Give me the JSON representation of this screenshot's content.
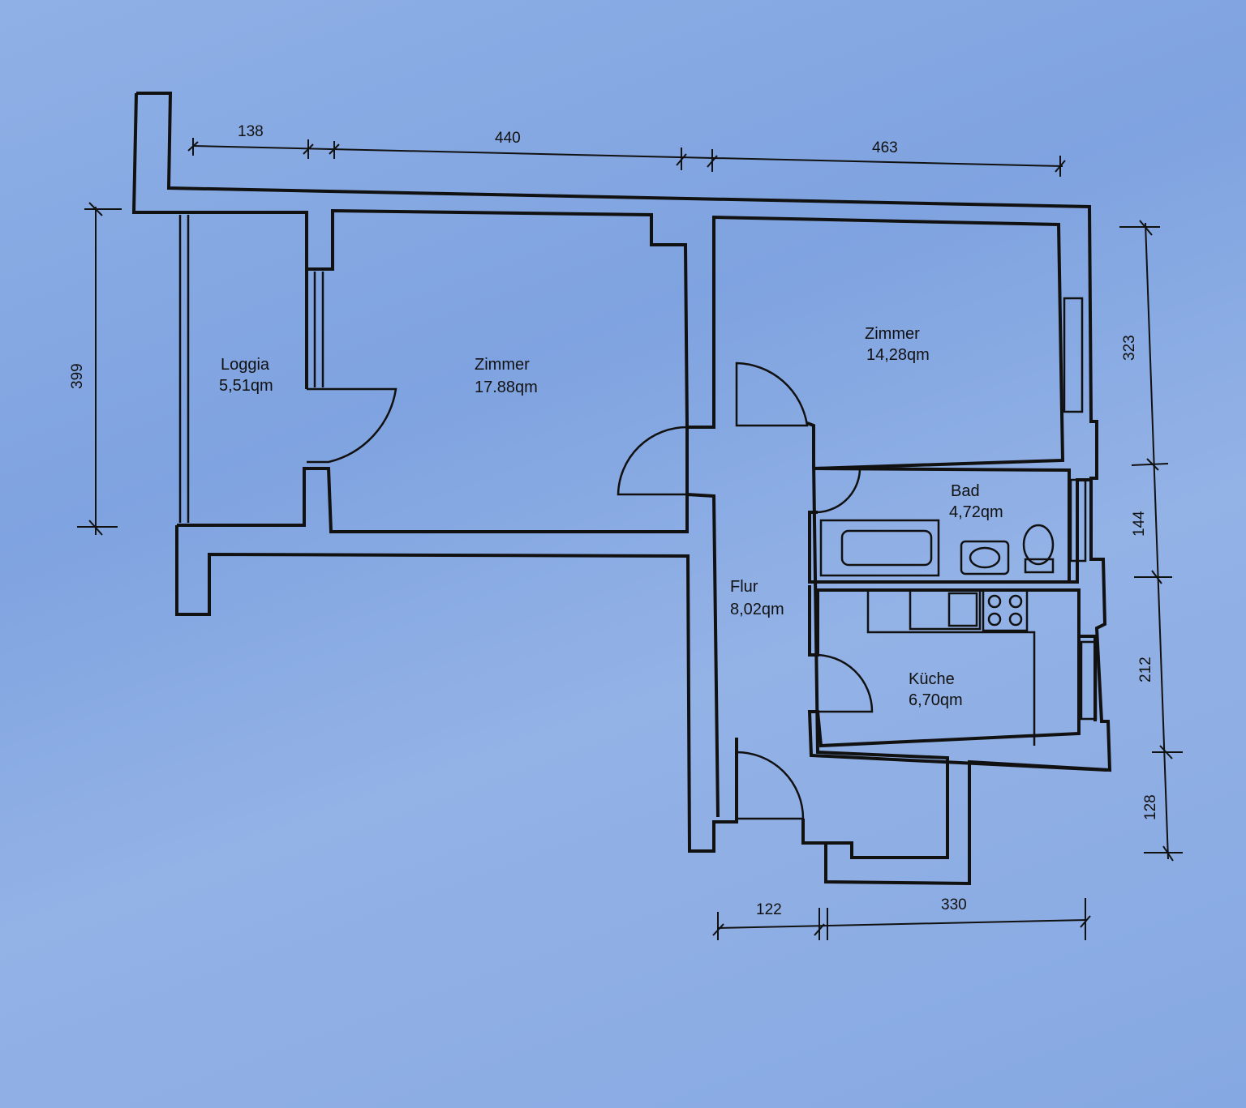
{
  "colors": {
    "background": "#8aaae3",
    "ink": "#111111"
  },
  "rooms": {
    "loggia": {
      "name": "Loggia",
      "area": "5,51qm"
    },
    "zimmer_left": {
      "name": "Zimmer",
      "area": "17.88qm"
    },
    "zimmer_right": {
      "name": "Zimmer",
      "area": "14,28qm"
    },
    "bad": {
      "name": "Bad",
      "area": "4,72qm"
    },
    "flur": {
      "name": "Flur",
      "area": "8,02qm"
    },
    "kueche": {
      "name": "Küche",
      "area": "6,70qm"
    }
  },
  "dimensions": {
    "top": [
      "138",
      "440",
      "463"
    ],
    "left": [
      "399"
    ],
    "right": [
      "323",
      "144",
      "212",
      "128"
    ],
    "bottom": [
      "122",
      "330"
    ]
  }
}
